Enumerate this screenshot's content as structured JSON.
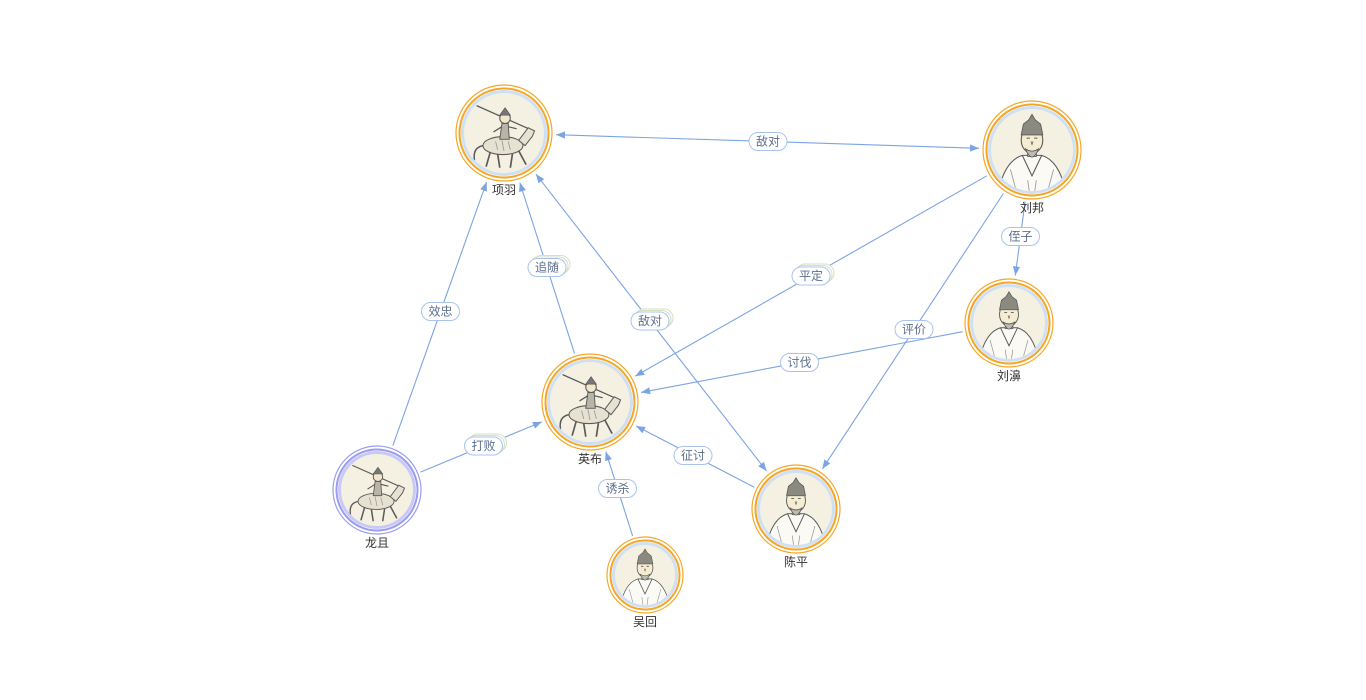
{
  "nodes": [
    {
      "name": "项羽",
      "ring_color": "#f5a623",
      "inner_ring_color": "#cfe0f5"
    },
    {
      "name": "刘邦",
      "ring_color": "#f5a623",
      "inner_ring_color": "#cfe0f5"
    },
    {
      "name": "刘濞",
      "ring_color": "#f5a623",
      "inner_ring_color": "#cfe0f5"
    },
    {
      "name": "英布",
      "ring_color": "#f5a623",
      "inner_ring_color": "#cfe0f5"
    },
    {
      "name": "龙且",
      "ring_color": "#9a9cf2",
      "inner_ring_color": "#c9c9f6"
    },
    {
      "name": "陈平",
      "ring_color": "#f5a623",
      "inner_ring_color": "#cfe0f5"
    },
    {
      "name": "吴回",
      "ring_color": "#f5a623",
      "inner_ring_color": "#cfe0f5"
    }
  ],
  "edges": [
    {
      "from": "刘邦",
      "to": "项羽",
      "label": "敌对",
      "both_ends": true
    },
    {
      "from": "刘邦",
      "to": "刘濞",
      "label": "侄子",
      "both_ends": false
    },
    {
      "from": "刘邦",
      "to": "英布",
      "label": "平定",
      "both_ends": false
    },
    {
      "from": "刘邦",
      "to": "陈平",
      "label": "评价",
      "both_ends": false
    },
    {
      "from": "刘濞",
      "to": "英布",
      "label": "讨伐",
      "both_ends": false
    },
    {
      "from": "英布",
      "to": "项羽",
      "label": "追随",
      "both_ends": false
    },
    {
      "from": "陈平",
      "to": "项羽",
      "label": "敌对",
      "both_ends": true
    },
    {
      "from": "龙且",
      "to": "项羽",
      "label": "效忠",
      "both_ends": false
    },
    {
      "from": "龙且",
      "to": "英布",
      "label": "打败",
      "both_ends": false
    },
    {
      "from": "陈平",
      "to": "英布",
      "label": "征讨",
      "both_ends": false
    },
    {
      "from": "吴回",
      "to": "英布",
      "label": "诱杀",
      "both_ends": false
    }
  ],
  "colors": {
    "edge": "#7ba4e2",
    "label_border": "#a9c3ec",
    "label_border_secondary": "#d6e0c2",
    "label_text": "#5c6f8e",
    "portrait_bg": "#f4f1e2",
    "sketch_stroke": "#5a5a5a"
  }
}
